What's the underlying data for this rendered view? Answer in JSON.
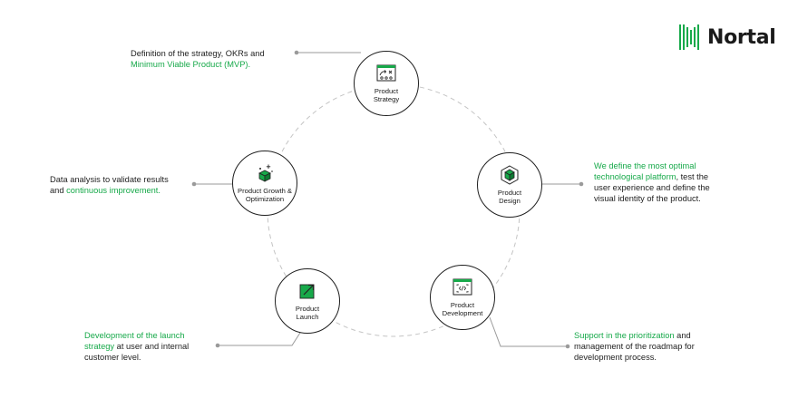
{
  "brand": {
    "name": "Nortal",
    "accent": "#17a94a"
  },
  "stages": [
    {
      "id": "strategy",
      "label_lines": [
        "Product",
        "Strategy"
      ],
      "icon": "board-icon",
      "desc": [
        [
          {
            "t": "Definition of the strategy, OKRs and",
            "hl": false
          }
        ],
        [
          {
            "t": "Minimum Viable Product (MVP).",
            "hl": true
          }
        ]
      ]
    },
    {
      "id": "design",
      "label_lines": [
        "Product",
        "Design"
      ],
      "icon": "cube-hexagon-icon",
      "desc": [
        [
          {
            "t": "We define the most optimal",
            "hl": true
          }
        ],
        [
          {
            "t": "technological platform",
            "hl": true
          },
          {
            "t": ", test the",
            "hl": false
          }
        ],
        [
          {
            "t": "user experience and define the",
            "hl": false
          }
        ],
        [
          {
            "t": "visual identity of the product.",
            "hl": false
          }
        ]
      ]
    },
    {
      "id": "development",
      "label_lines": [
        "Product",
        "Development"
      ],
      "icon": "code-window-icon",
      "desc": [
        [
          {
            "t": "Support in the prioritization",
            "hl": true
          },
          {
            "t": " and",
            "hl": false
          }
        ],
        [
          {
            "t": "management of the roadmap for",
            "hl": false
          }
        ],
        [
          {
            "t": "development process.",
            "hl": false
          }
        ]
      ]
    },
    {
      "id": "launch",
      "label_lines": [
        "Product",
        "Launch"
      ],
      "icon": "launch-arrow-icon",
      "desc": [
        [
          {
            "t": "Development of the launch",
            "hl": true
          }
        ],
        [
          {
            "t": "strategy",
            "hl": true
          },
          {
            "t": " at user and internal",
            "hl": false
          }
        ],
        [
          {
            "t": "customer level.",
            "hl": false
          }
        ]
      ]
    },
    {
      "id": "growth",
      "label_lines": [
        "Product Growth &",
        "Optimization"
      ],
      "icon": "sparkle-cube-icon",
      "desc": [
        [
          {
            "t": "Data analysis to validate results",
            "hl": false
          }
        ],
        [
          {
            "t": "and ",
            "hl": false
          },
          {
            "t": "continuous improvement.",
            "hl": true
          }
        ]
      ]
    }
  ]
}
